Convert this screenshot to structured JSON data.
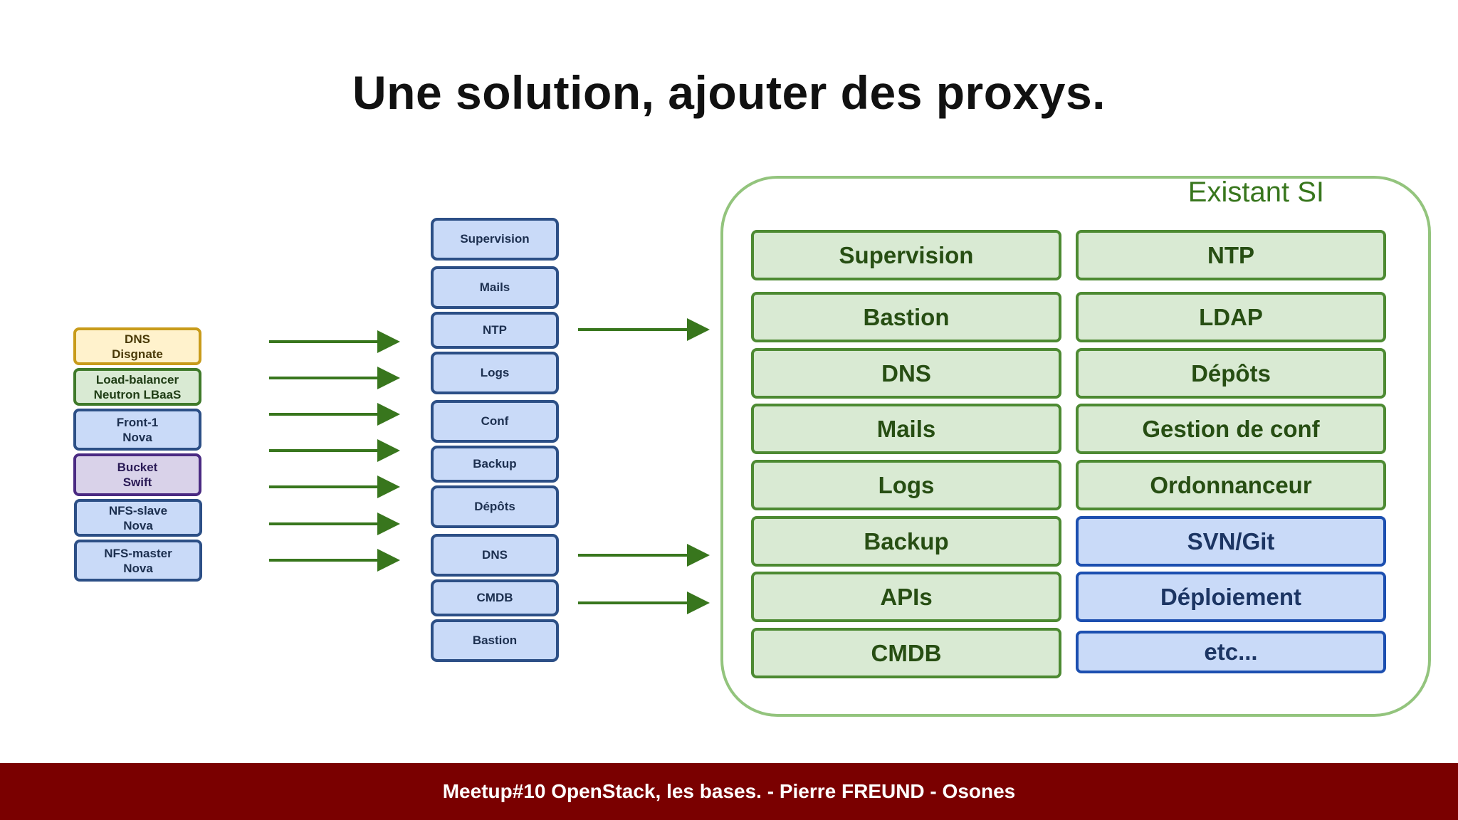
{
  "slide": {
    "title": "Une solution, ajouter des proxys.",
    "footer": "Meetup#10 OpenStack, les bases. - Pierre FREUND - Osones"
  },
  "instances": [
    {
      "line1": "DNS",
      "line2": "Disgnate",
      "color": "yellow"
    },
    {
      "line1": "Load-balancer",
      "line2": "Neutron LBaaS",
      "color": "green"
    },
    {
      "line1": "Front-1",
      "line2": "Nova",
      "color": "blue"
    },
    {
      "line1": "Bucket",
      "line2": "Swift",
      "color": "purple"
    },
    {
      "line1": "NFS-slave",
      "line2": "Nova",
      "color": "blue"
    },
    {
      "line1": "NFS-master",
      "line2": "Nova",
      "color": "blue"
    }
  ],
  "proxies": [
    "Supervision",
    "Mails",
    "NTP",
    "Logs",
    "Conf",
    "Backup",
    "Dépôts",
    "DNS",
    "CMDB",
    "Bastion"
  ],
  "existant_si": {
    "title": "Existant SI",
    "left_column": [
      "Supervision",
      "Bastion",
      "DNS",
      "Mails",
      "Logs",
      "Backup",
      "APIs",
      "CMDB"
    ],
    "right_column": [
      {
        "label": "NTP",
        "color": "green"
      },
      {
        "label": "LDAP",
        "color": "green"
      },
      {
        "label": "Dépôts",
        "color": "green"
      },
      {
        "label": "Gestion de conf",
        "color": "green"
      },
      {
        "label": "Ordonnanceur",
        "color": "green"
      },
      {
        "label": "SVN/Git",
        "color": "blue"
      },
      {
        "label": "Déploiement",
        "color": "blue"
      },
      {
        "label": "etc...",
        "color": "blue"
      }
    ]
  },
  "colors": {
    "arrow": "#38761d",
    "footer_background": "#7a0000",
    "si_border": "#93c47d"
  }
}
